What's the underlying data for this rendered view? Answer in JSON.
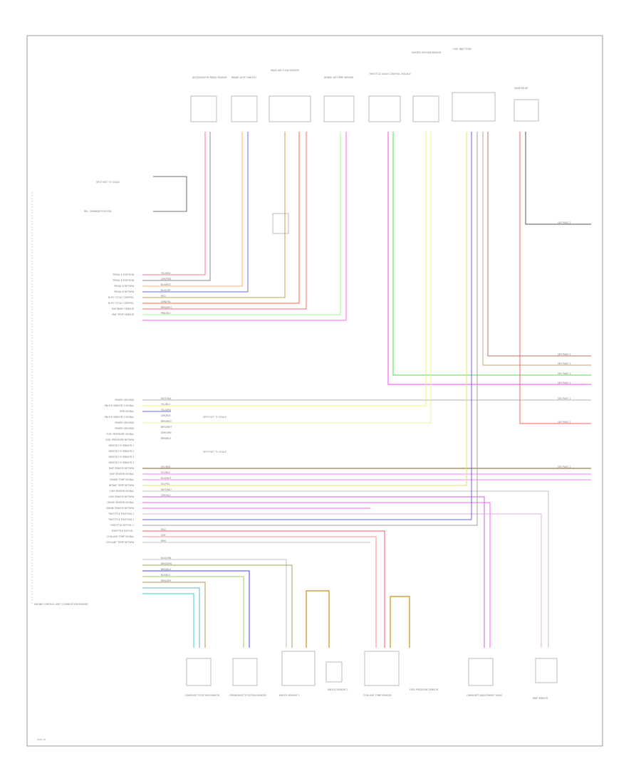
{
  "diagram": {
    "page_label": "0001-01",
    "main_module": "ENGINE CONTROL UNIT (COMBUSTION ENGINE)",
    "ground_label": "SPOT NOT TO SCALE",
    "sensor_label": "SPOT NOT TO SCALE",
    "rel_label": "REL. DEMAND POSITION",
    "left_pins": [
      "PEDAL A POSITION",
      "PEDAL B POSITION",
      "PEDAL A RETURN",
      "PEDAL B RETURN",
      "DUTY CYCLE CONTROL",
      "DUTY CYCLE CONTROL",
      "MAF/BARO SENSOR",
      "MAF TEMP SENSOR",
      "POWER GROUND",
      "KNOCK SENSOR 1 SIGNAL",
      "RPM SIGNAL",
      "KNOCK SENSOR 2 SIGNAL",
      "POWER GROUND",
      "POWER GROUND",
      "FUEL PRESSURE SIGNAL",
      "FUEL PRESSURE RETURN",
      "HEATED O2 SENSOR 1",
      "HEATED O2 SENSOR 2",
      "HEATED O2 SENSOR 3",
      "HEATED O2 SENSOR 4",
      "MAP SENSOR RETURN",
      "MAP SENSOR SIGNAL",
      "INTAKE TEMP SIGNAL",
      "INTAKE TEMP RETURN",
      "CAM SENSOR SIGNAL",
      "CAM SENSOR RETURN",
      "CRANK SENSOR SIGNAL",
      "CRANK SENSOR RETURN",
      "THROTTLE POSITION 1",
      "THROTTLE POSITION 2",
      "THROTTLE MOTOR +",
      "THROTTLE MOTOR -",
      "COOLANT TEMP SIGNAL",
      "COOLANT TEMP RETURN"
    ],
    "wire_labels": [
      "YEL/RED",
      "GRY/RED",
      "BLK/RED",
      "BLU/GRY",
      "RED",
      "GRN/YEL",
      "BRN/WHT",
      "PNK/BLU",
      "WHT/BLK",
      "YEL/BLU",
      "YEL/GRN",
      "GRY/BLK",
      "BRN/RED",
      "BRN/WHT",
      "GRY/GRN",
      "BRN/BLU",
      "VIO/RED",
      "VIO/BLU",
      "BLK/WHT",
      "VIO/YEL",
      "WHT/BLU",
      "GRY/BLU",
      "RED",
      "GRY",
      "BRN",
      "BLK/GRN",
      "BRN/GRN",
      "BRN/BLU",
      "BLK/BLU",
      "BRN/GRY"
    ],
    "top_components": [
      "ACCELERATOR PEDAL SENSOR",
      "BRAKE LIGHT SWITCH",
      "MASS AIR FLOW SENSOR",
      "INTAKE AIR TEMP SENSOR",
      "THROTTLE VALVE CONTROL MODULE",
      "HEATED OXYGEN SENSOR",
      "FUEL INJECTORS",
      "MAIN RELAY"
    ],
    "bottom_components": [
      "CAMSHAFT POSITION SENSOR",
      "CRANKSHAFT POSITION SENSOR",
      "KNOCK SENSOR 1",
      "KNOCK SENSOR 2",
      "COOLANT TEMP SENSOR",
      "FUEL PRESSURE SENSOR",
      "CAMSHAFT ADJUSTMENT VALVE",
      "MAP SENSOR"
    ],
    "right_refs": [
      "SEE PAGE 2",
      "SEE PAGE 2",
      "SEE PAGE 2",
      "SEE PAGE 2",
      "SEE PAGE 2",
      "SEE PAGE 2",
      "SEE PAGE 2",
      "SEE PAGE 2"
    ]
  }
}
